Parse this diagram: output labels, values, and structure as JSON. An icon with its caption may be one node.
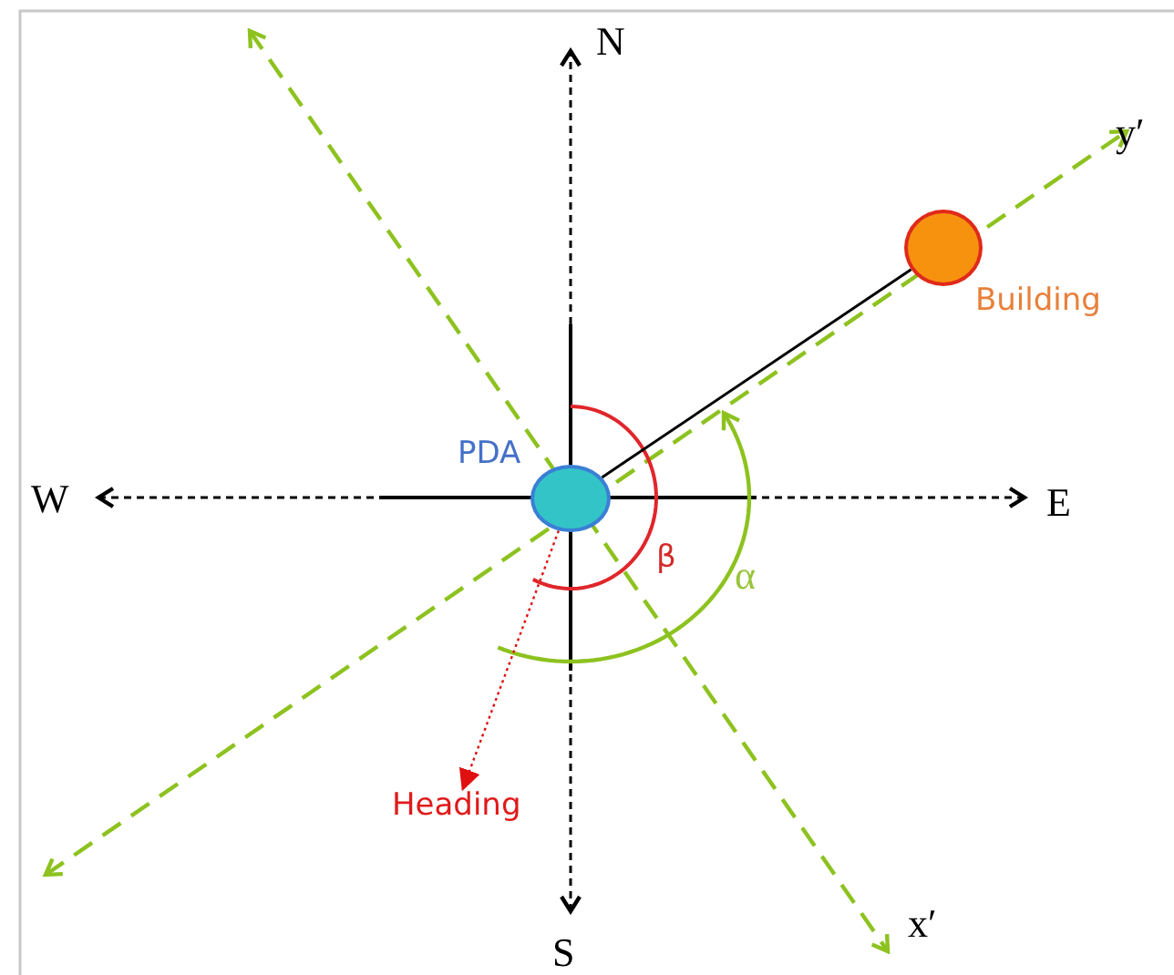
{
  "diagram": {
    "nodes": [
      {
        "text": [],
        "shape": "circle",
        "beside": [
          "PDA"
        ]
      },
      {
        "text": [],
        "shape": "circle",
        "beside": [
          "Building"
        ]
      },
      {
        "text": [
          "Heading"
        ]
      }
    ],
    "edges": [
      {
        "from": 0,
        "to": 1,
        "arrow": "none"
      },
      {
        "from": 0,
        "to": 2,
        "arrow": "to",
        "style": "dashed",
        "color": "#e01010"
      }
    ],
    "labels": [
      "N",
      "y′",
      "W",
      "E",
      "β",
      "α",
      "S",
      "x′"
    ]
  }
}
